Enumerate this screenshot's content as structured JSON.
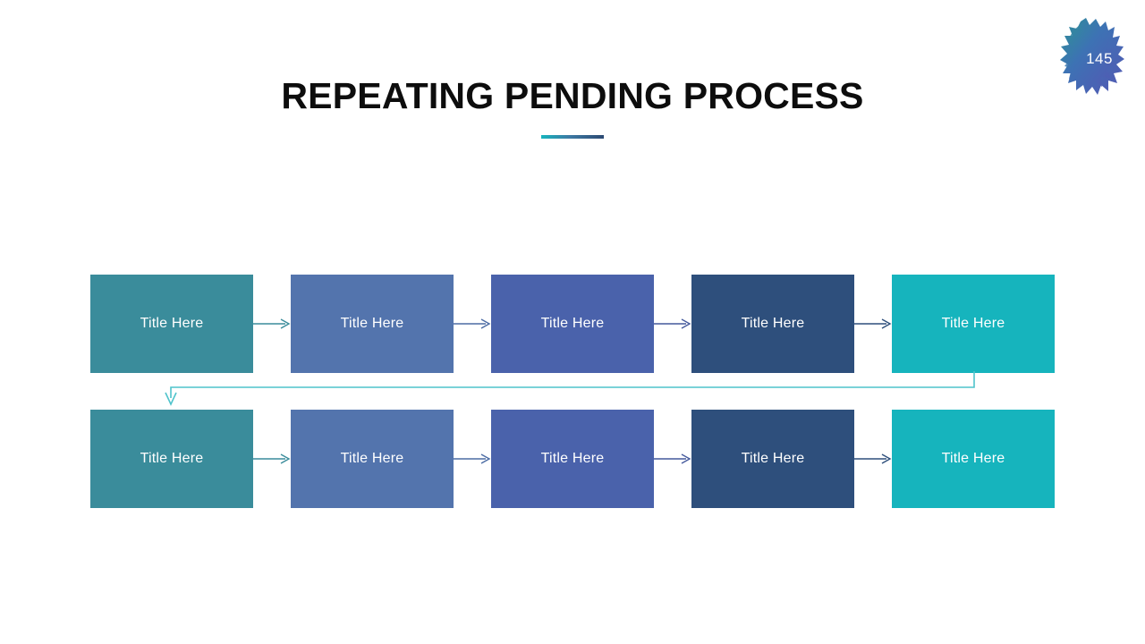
{
  "slide": {
    "title": "REPEATING PENDING PROCESS",
    "page_number": "145",
    "background": "#ffffff",
    "title_color": "#0d0d0d",
    "rule_gradient": [
      "#16b4bd",
      "#2c4a73"
    ],
    "badge_gradient": [
      "#2e9196",
      "#4f5fb0"
    ]
  },
  "diagram": {
    "type": "repeating-process-flow",
    "rows": [
      {
        "name": "row-1",
        "nodes": [
          {
            "label": "Title Here",
            "color": "#3a8c9b"
          },
          {
            "label": "Title Here",
            "color": "#5374ad"
          },
          {
            "label": "Title Here",
            "color": "#4a62ab"
          },
          {
            "label": "Title Here",
            "color": "#2e4f7c"
          },
          {
            "label": "Title Here",
            "color": "#16b4bd"
          }
        ],
        "arrows": [
          {
            "color": "#3a8c9b"
          },
          {
            "color": "#4b6ba4"
          },
          {
            "color": "#44599c"
          },
          {
            "color": "#2e4f7c"
          }
        ]
      },
      {
        "name": "row-2",
        "nodes": [
          {
            "label": "Title Here",
            "color": "#3a8c9b"
          },
          {
            "label": "Title Here",
            "color": "#5374ad"
          },
          {
            "label": "Title Here",
            "color": "#4a62ab"
          },
          {
            "label": "Title Here",
            "color": "#2e4f7c"
          },
          {
            "label": "Title Here",
            "color": "#16b4bd"
          }
        ],
        "arrows": [
          {
            "color": "#3a8c9b"
          },
          {
            "color": "#4b6ba4"
          },
          {
            "color": "#44599c"
          },
          {
            "color": "#2e4f7c"
          }
        ]
      }
    ],
    "feedback_connector": {
      "name": "wrap-around-connector",
      "color": "#4fc3cb",
      "from": "row-1 last node",
      "to": "row-2 first node"
    }
  }
}
